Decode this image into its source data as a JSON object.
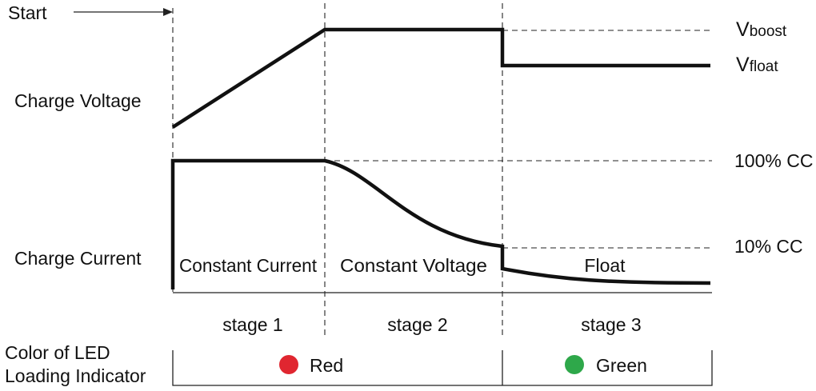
{
  "start_label": "Start",
  "rows": {
    "charge_voltage": "Charge Voltage",
    "charge_current": "Charge Current",
    "led_line1": "Color of LED",
    "led_line2": "Loading Indicator"
  },
  "levels": {
    "vboost_main": "V",
    "vboost_sub": "boost",
    "vfloat_main": "V",
    "vfloat_sub": "float",
    "cc100": "100% CC",
    "cc10": "10% CC"
  },
  "modes": {
    "constant_current": "Constant Current",
    "constant_voltage": "Constant Voltage",
    "float": "Float"
  },
  "stages": [
    "stage 1",
    "stage 2",
    "stage 3"
  ],
  "led": {
    "red_label": "Red",
    "red_color": "#e02630",
    "green_label": "Green",
    "green_color": "#2ea84a"
  }
}
